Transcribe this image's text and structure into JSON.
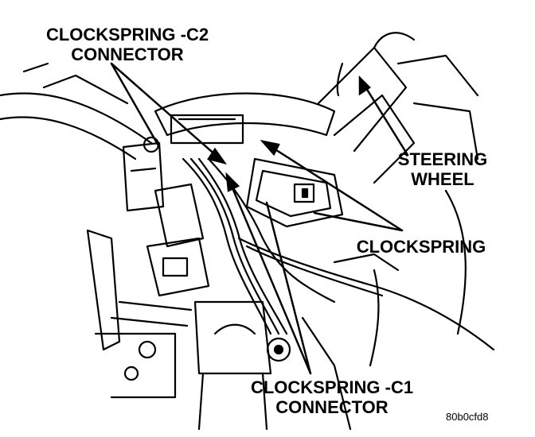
{
  "labels": {
    "clockspring_c2": [
      "CLOCKSPRING -C2",
      "CONNECTOR"
    ],
    "steering_wheel": [
      "STEERING",
      "WHEEL"
    ],
    "clockspring": "CLOCKSPRING",
    "clockspring_c1": [
      "CLOCKSPRING -C1",
      "CONNECTOR"
    ]
  },
  "figure_id": "80b0cfd8",
  "colors": {
    "ink": "#000000",
    "background": "#ffffff"
  }
}
